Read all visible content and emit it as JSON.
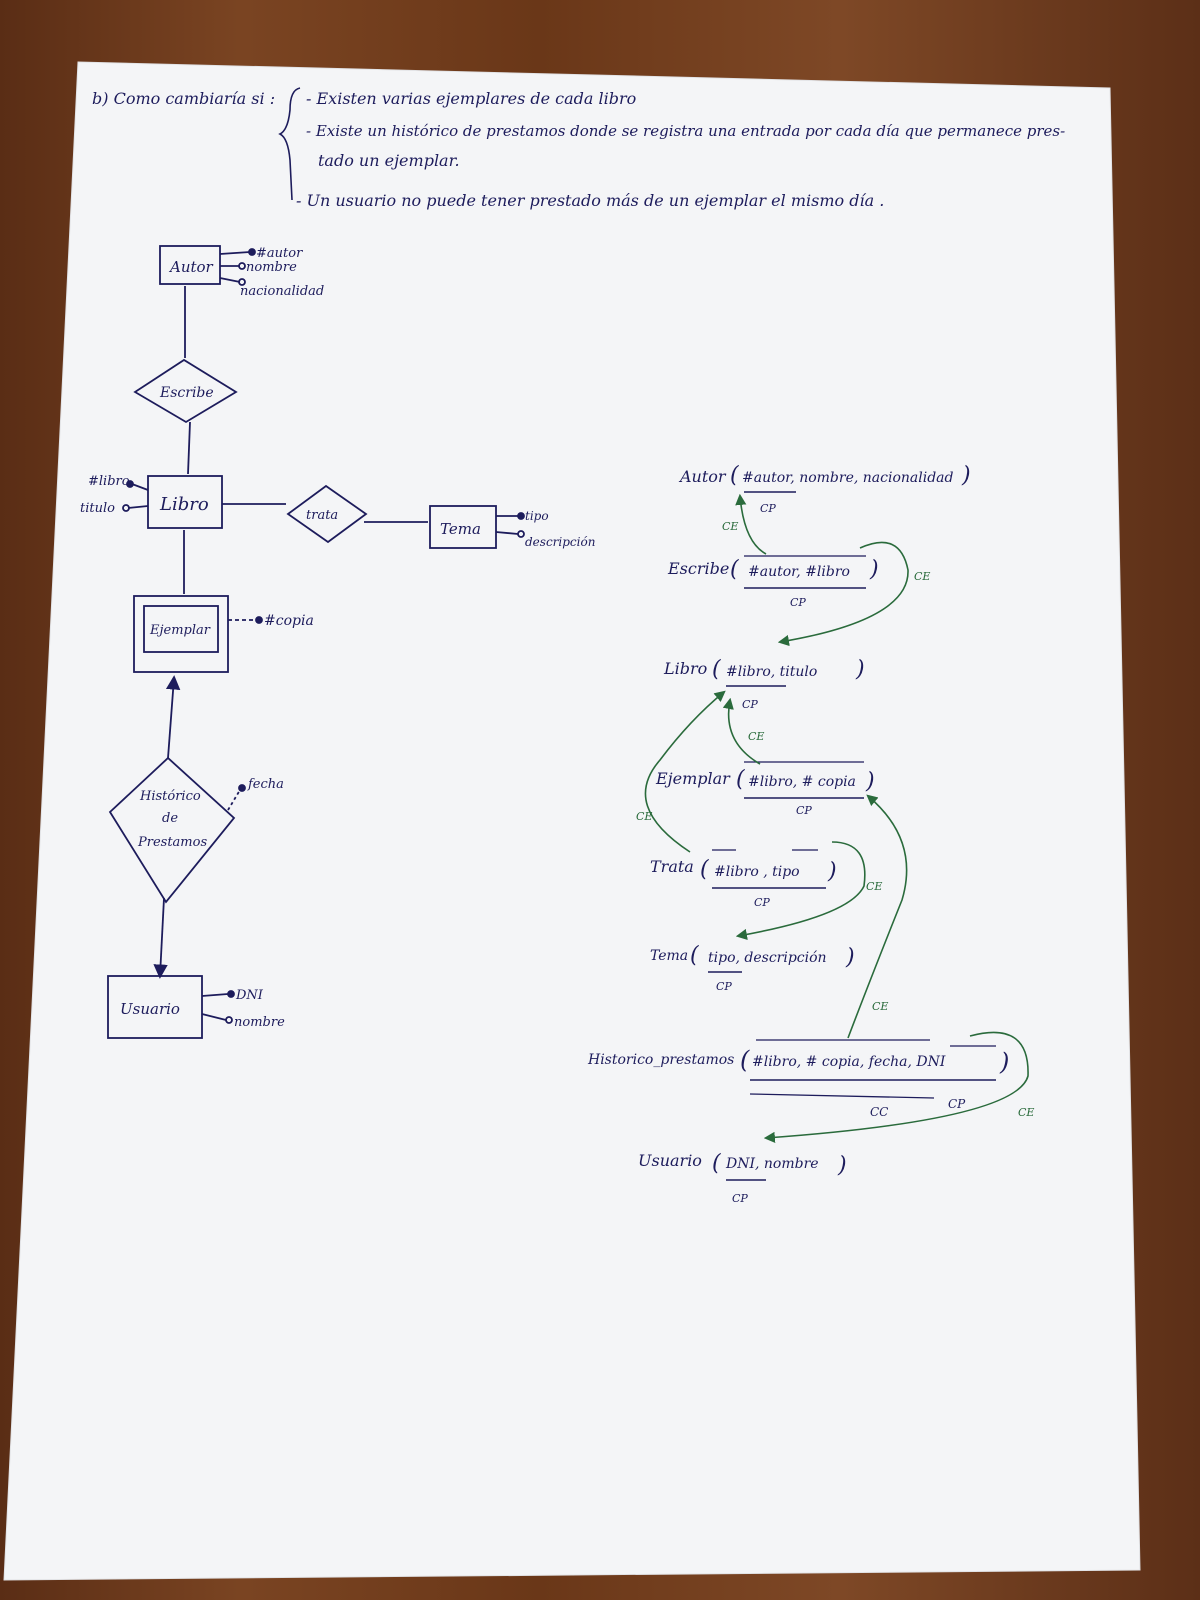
{
  "header": {
    "prefix": "b) Como cambiaría si :",
    "lines": [
      "- Existen varias ejemplares de cada libro",
      "- Existe un histórico de prestamos donde se registra una entrada por cada día que permanece pres-",
      "tado un ejemplar.",
      "- Un usuario no puede tener prestado más de un ejemplar el mismo día ."
    ]
  },
  "er": {
    "autor": {
      "name": "Autor",
      "attrs": [
        "#autor",
        "nombre",
        "nacionalidad"
      ]
    },
    "escribe": "Escribe",
    "libro": {
      "name": "Libro",
      "attrs": [
        "#libro",
        "titulo"
      ]
    },
    "trata": "trata",
    "tema": {
      "name": "Tema",
      "attrs": [
        "tipo",
        "descripción"
      ]
    },
    "ejemplar": {
      "name": "Ejemplar",
      "attr": "#copia"
    },
    "historico": {
      "lines": [
        "Histórico",
        "de",
        "Prestamos"
      ],
      "attr": "fecha"
    },
    "usuario": {
      "name": "Usuario",
      "attrs": [
        "DNI",
        "nombre"
      ]
    }
  },
  "relational": {
    "autor": {
      "table": "Autor",
      "cols": "#autor, nombre, nacionalidad",
      "key": "CP"
    },
    "escribe": {
      "table": "Escribe",
      "cols": "#autor, #libro",
      "key": "CP"
    },
    "libro": {
      "table": "Libro",
      "cols": "#libro, titulo",
      "key": "CP"
    },
    "ejemplar": {
      "table": "Ejemplar",
      "cols": "#libro, # copia",
      "key": "CP"
    },
    "trata": {
      "table": "Trata",
      "cols": "#libro , tipo",
      "key": "CP"
    },
    "tema": {
      "table": "Tema",
      "cols": "tipo, descripción",
      "key": "CP"
    },
    "historico": {
      "table": "Historico_prestamos",
      "cols": "#libro, # copia, fecha, DNI",
      "keys": [
        "CC",
        "CP"
      ]
    },
    "usuario": {
      "table": "Usuario",
      "cols": "DNI, nombre",
      "key": "CP"
    }
  },
  "fk_labels": [
    "CE",
    "CE",
    "CE",
    "CE",
    "CE",
    "CE",
    "CE"
  ],
  "colors": {
    "ink": "#1d1c5c",
    "green_ink": "#2a6b3c",
    "paper": "#f4f5f7"
  }
}
